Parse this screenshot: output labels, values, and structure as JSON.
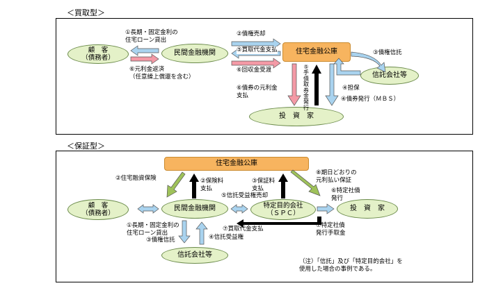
{
  "kaitori": {
    "section_label": "＜買取型＞",
    "nodes": {
      "customer": "顧　客\n（債務者）",
      "bank": "民間金融機関",
      "kouko": "住宅金融公庫",
      "trust": "信託会社等",
      "investor": "投　資　家"
    },
    "labels": {
      "loan": "①長期・固定金利の\n住宅ローン貸出",
      "repay": "⑥元利金返済\n（任意繰上償還を含む）",
      "sell": "②債権売却",
      "pay": "⑤買取代金支払",
      "collect": "⑥回収金受渡",
      "bondpay": "⑥債券の元利金\n支払",
      "takeup": "⑤\n手\n債\n取\n券\n金\n発\n行",
      "trustcred": "③債権信託",
      "collateral": "④担保",
      "mbs": "④債券発行（ＭＢＳ）"
    }
  },
  "hosho": {
    "section_label": "＜保証型＞",
    "nodes": {
      "kouko": "住宅金融公庫",
      "customer": "顧　客\n（債務者）",
      "bank": "民間金融機関",
      "spc": "特定目的会社\n（ＳＰＣ）",
      "investor": "投　資　家",
      "trust": "信託会社等"
    },
    "labels": {
      "insurance": "②住宅融資保険",
      "fee1": "②保険料\n支払",
      "fee2": "③保証料\n支払",
      "guarantee": "⑧期日どおりの\n元利払い保証",
      "sale": "⑤信託受益権売却",
      "bondissue": "⑥特定社債\n発行",
      "loan": "①長期・固定金利の\n住宅ローン貸出",
      "trustcred": "③債権信託",
      "benefit": "④信託受益権",
      "pay": "⑦買取代金支払",
      "takeup": "⑦特定社債\n発行手取金"
    },
    "note": "（注）「信託」及び「特定目的会社」を\n使用した場合の事例である。"
  },
  "colors": {
    "pink": "#f49aa6",
    "blue": "#a9d3ef",
    "green": "#9fc25a",
    "black": "#000000",
    "ellipse_fill": "#e4f1c8",
    "box_fill": "#f7b45f"
  }
}
